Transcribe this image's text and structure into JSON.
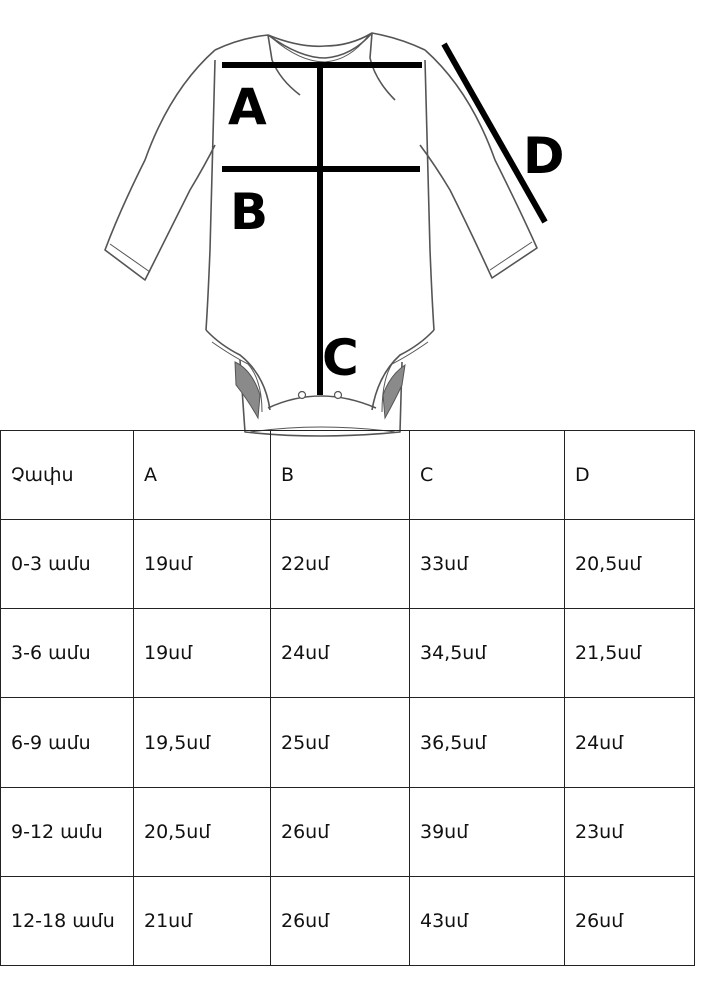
{
  "diagram": {
    "labels": {
      "a": "A",
      "b": "B",
      "c": "C",
      "d": "D"
    },
    "colors": {
      "outline": "#555555",
      "measure": "#000000",
      "gusset": "#8a8a8a"
    }
  },
  "table": {
    "headers": [
      "Չափս",
      "A",
      "B",
      "C",
      "D"
    ],
    "rows": [
      [
        "0-3 ամս",
        "19սմ",
        "22սմ",
        "33սմ",
        "20,5սմ"
      ],
      [
        "3-6 ամս",
        "19սմ",
        "24սմ",
        "34,5սմ",
        "21,5սմ"
      ],
      [
        "6-9 ամս",
        "19,5սմ",
        "25սմ",
        "36,5սմ",
        "24սմ"
      ],
      [
        "9-12 ամս",
        "20,5սմ",
        "26սմ",
        "39սմ",
        "23սմ"
      ],
      [
        "12-18 ամս",
        "21սմ",
        "26սմ",
        "43սմ",
        "26սմ"
      ]
    ]
  }
}
